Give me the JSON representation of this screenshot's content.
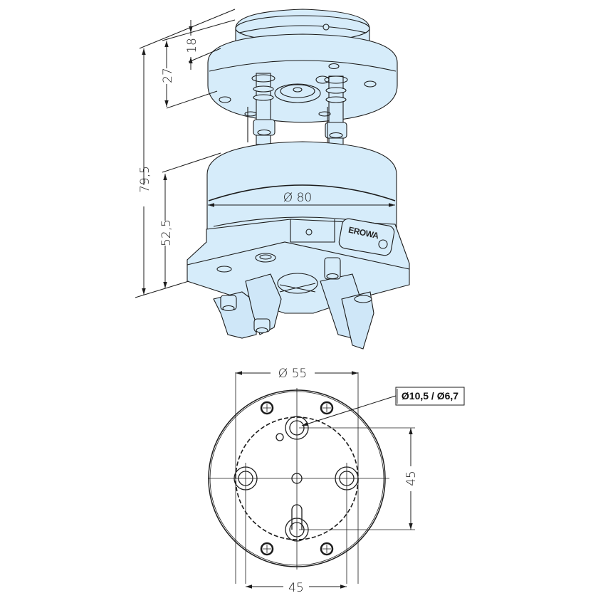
{
  "colors": {
    "part_fill": "#d6ecfa",
    "part_fill_dark": "#bcdcf1",
    "line": "#1c1c1c",
    "background": "#ffffff"
  },
  "iso_view": {
    "dimensions": {
      "total_height": "79,5",
      "top_flange_height": "27",
      "top_spigot_height": "18",
      "chuck_height": "52,5",
      "chuck_diameter": "Ø 80"
    },
    "brand_logo": "EROWA"
  },
  "plan_view": {
    "dimensions": {
      "bolt_circle_diameter": "Ø 55",
      "vertical_spacing": "45",
      "horizontal_spacing": "45"
    },
    "callout": "Ø10,5 / Ø6,7"
  }
}
